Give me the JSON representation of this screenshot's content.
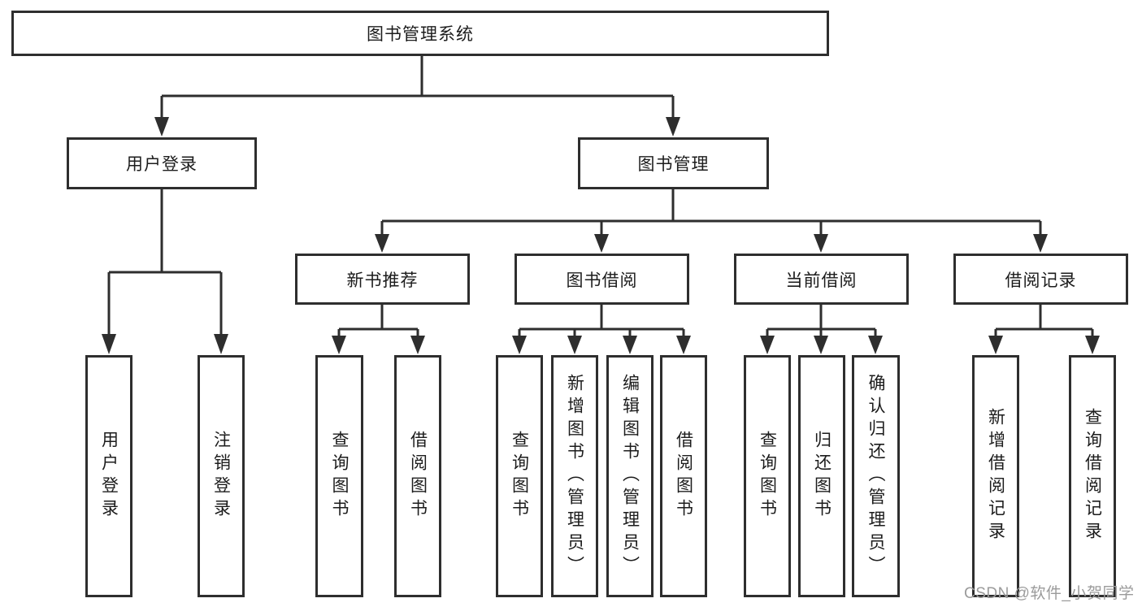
{
  "diagram": {
    "root": {
      "label": "图书管理系统"
    },
    "level2": [
      {
        "label": "用户登录"
      },
      {
        "label": "图书管理"
      }
    ],
    "level3": [
      {
        "label": "新书推荐"
      },
      {
        "label": "图书借阅"
      },
      {
        "label": "当前借阅"
      },
      {
        "label": "借阅记录"
      }
    ],
    "leaves": [
      {
        "label": "用户登录"
      },
      {
        "label": "注销登录"
      },
      {
        "label": "查询图书"
      },
      {
        "label": "借阅图书"
      },
      {
        "label": "查询图书"
      },
      {
        "label": "新增图书（管理员）"
      },
      {
        "label": "编辑图书（管理员）"
      },
      {
        "label": "借阅图书"
      },
      {
        "label": "查询图书"
      },
      {
        "label": "归还图书"
      },
      {
        "label": "确认归还（管理员）"
      },
      {
        "label": "新增借阅记录"
      },
      {
        "label": "查询借阅记录"
      }
    ]
  },
  "watermark": {
    "text": "CSDN @软件_小贺同学"
  },
  "colors": {
    "line": "#2e2e2e",
    "text": "#1c1c1c",
    "watermark_text": "#9b9b9b",
    "background": "#ffffff"
  }
}
